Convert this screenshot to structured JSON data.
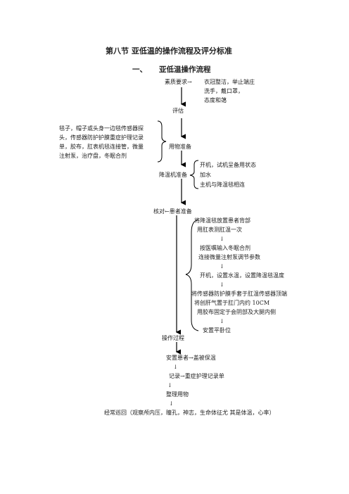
{
  "heading": {
    "title": "第八节  亚低温的操作流程及评分标准",
    "section_num": "一、",
    "section_title": "亚低温操作流程"
  },
  "flow": {
    "quality_label": "素质要求→",
    "quality_items": [
      "衣冠整洁，举止端庄",
      "洗手，戴口罩，",
      "态度和蔼"
    ],
    "assess": "评估",
    "prep_items_left": [
      "毯子，帽子或头身一边毯传感器探",
      "头，传感器防护护膜重症护理记录",
      "单，胶布，肛表机毯连接管，微量",
      "注射泵，治疗盘，冬眠合剂"
    ],
    "prep_label": "用物准备",
    "machine_label": "降温机准备",
    "machine_items": [
      "开机，试机呈备用状态",
      "加水",
      "主机与降温毯相连"
    ],
    "check_label": "核对←患者准备",
    "patient_steps": [
      "将降温毯放置患者背部",
      "用肛表测肛温一次",
      "按医嘱输入冬眠合剂",
      "连接微量注射泵调节参数",
      "开机，设置水温，设置降温毯温度",
      "将传感器防护膜手套于肛温传感器顶端",
      "将创肝气置于肛门内约 10CM",
      "用胶布固定于会阴部及大腿内侧",
      "安置平卧位"
    ],
    "down_arrow": "↓",
    "process_label": "操作过程",
    "place_label": "安置患者→盖被保温",
    "record_label": "记录→重症护理记录单",
    "tidy_label": "整理用物",
    "patrol_label": "经常巡回（观察颅内压，瞳孔，神志，生命体征尤 其是体温，心率）"
  }
}
